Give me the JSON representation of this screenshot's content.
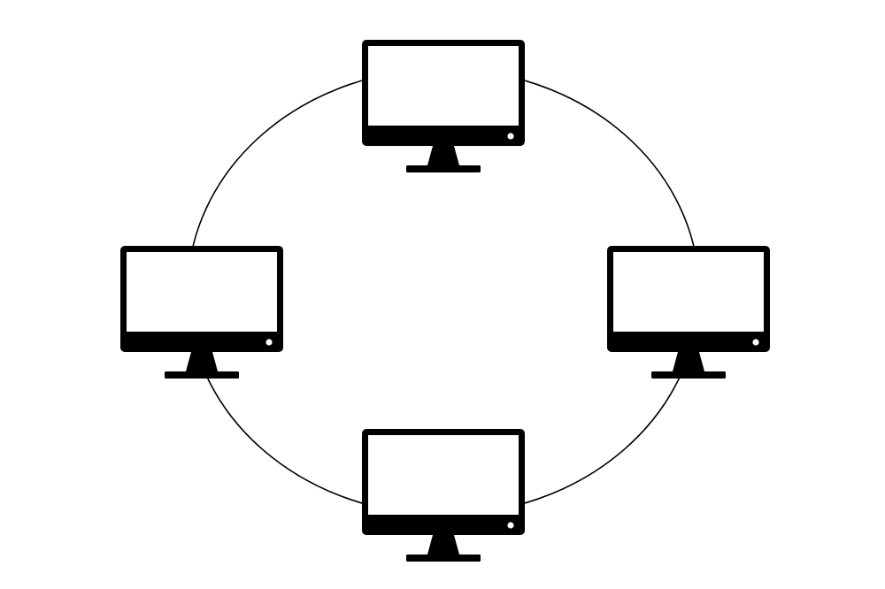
{
  "diagram": {
    "topology": "ring",
    "ring_color": "#000000",
    "monitor_color": "#000000",
    "screen_color": "#ffffff",
    "nodes": [
      {
        "id": "top",
        "icon": "monitor-icon"
      },
      {
        "id": "left",
        "icon": "monitor-icon"
      },
      {
        "id": "right",
        "icon": "monitor-icon"
      },
      {
        "id": "bottom",
        "icon": "monitor-icon"
      }
    ]
  }
}
